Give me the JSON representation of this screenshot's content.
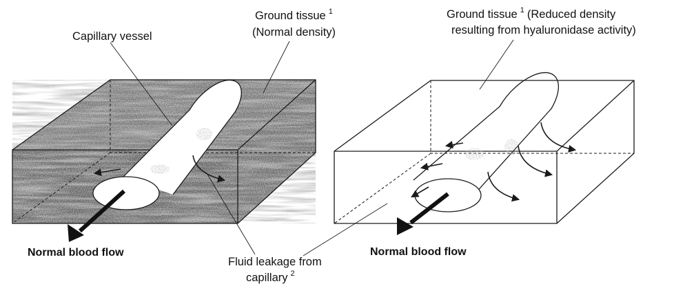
{
  "left_panel": {
    "capillary_label": "Capillary vessel",
    "tissue_label": {
      "text": "Ground tissue",
      "sup": "1",
      "line2": "(Normal density)"
    },
    "flow_label": "Normal blood flow"
  },
  "right_panel": {
    "tissue_label": {
      "text": "Ground tissue",
      "sup": "1",
      "rest": "(Reduced density",
      "line2": "resulting from hyaluronidase activity)"
    },
    "flow_label": "Normal blood flow"
  },
  "shared": {
    "leakage_label": {
      "line1": "Fluid leakage from",
      "line2": "capillary",
      "sup": "2"
    }
  },
  "colors": {
    "dense_tissue": "#6f6f6f",
    "outline": "#1a1a1a",
    "background": "#ffffff"
  }
}
